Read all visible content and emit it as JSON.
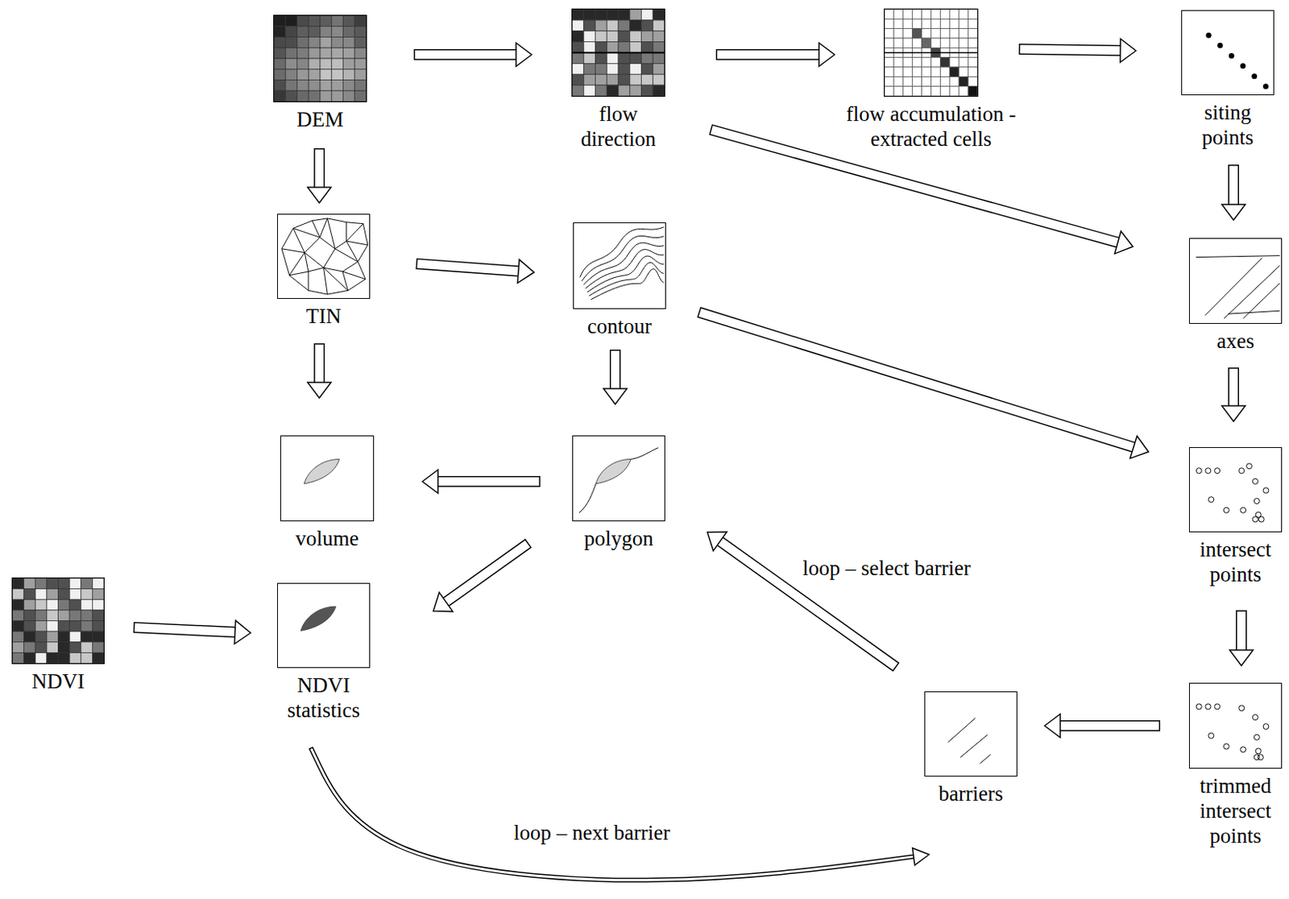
{
  "diagram": {
    "nodes": [
      {
        "text": [
          "DEM"
        ]
      },
      {
        "text": [
          "flow direction"
        ]
      },
      {
        "text": [
          "flow accumulation - extracted cells"
        ]
      },
      {
        "text": [
          "siting points"
        ]
      },
      {
        "text": [
          "TIN"
        ]
      },
      {
        "text": [
          "contour"
        ]
      },
      {
        "text": [
          "axes"
        ]
      },
      {
        "text": [
          "volume"
        ]
      },
      {
        "text": [
          "polygon"
        ]
      },
      {
        "text": [
          "intersect points"
        ]
      },
      {
        "text": [
          "NDVI"
        ]
      },
      {
        "text": [
          "NDVI statistics"
        ]
      },
      {
        "text": [
          "barriers"
        ]
      },
      {
        "text": [
          "trimmed intersect points"
        ]
      }
    ],
    "edges": [
      {
        "from": 0,
        "to": 1,
        "arrow": "to"
      },
      {
        "from": 1,
        "to": 2,
        "arrow": "to"
      },
      {
        "from": 2,
        "to": 3,
        "arrow": "to"
      },
      {
        "from": 0,
        "to": 4,
        "arrow": "to"
      },
      {
        "from": 4,
        "to": 5,
        "arrow": "to"
      },
      {
        "from": 4,
        "to": 7,
        "arrow": "to"
      },
      {
        "from": 5,
        "to": 8,
        "arrow": "to"
      },
      {
        "from": 8,
        "to": 7,
        "arrow": "to"
      },
      {
        "from": 8,
        "to": 11,
        "arrow": "to"
      },
      {
        "from": 10,
        "to": 11,
        "arrow": "to"
      },
      {
        "from": 1,
        "to": 6,
        "arrow": "to"
      },
      {
        "from": 3,
        "to": 6,
        "arrow": "to"
      },
      {
        "from": 6,
        "to": 9,
        "arrow": "to"
      },
      {
        "from": 5,
        "to": 9,
        "arrow": "to"
      },
      {
        "from": 9,
        "to": 13,
        "arrow": "to"
      },
      {
        "from": 13,
        "to": 12,
        "arrow": "to"
      },
      {
        "from": 12,
        "to": 8,
        "label": "loop – select barrier",
        "arrow": "to"
      },
      {
        "from": 11,
        "to": 12,
        "label": "loop – next barrier",
        "arrow": "to"
      }
    ]
  }
}
